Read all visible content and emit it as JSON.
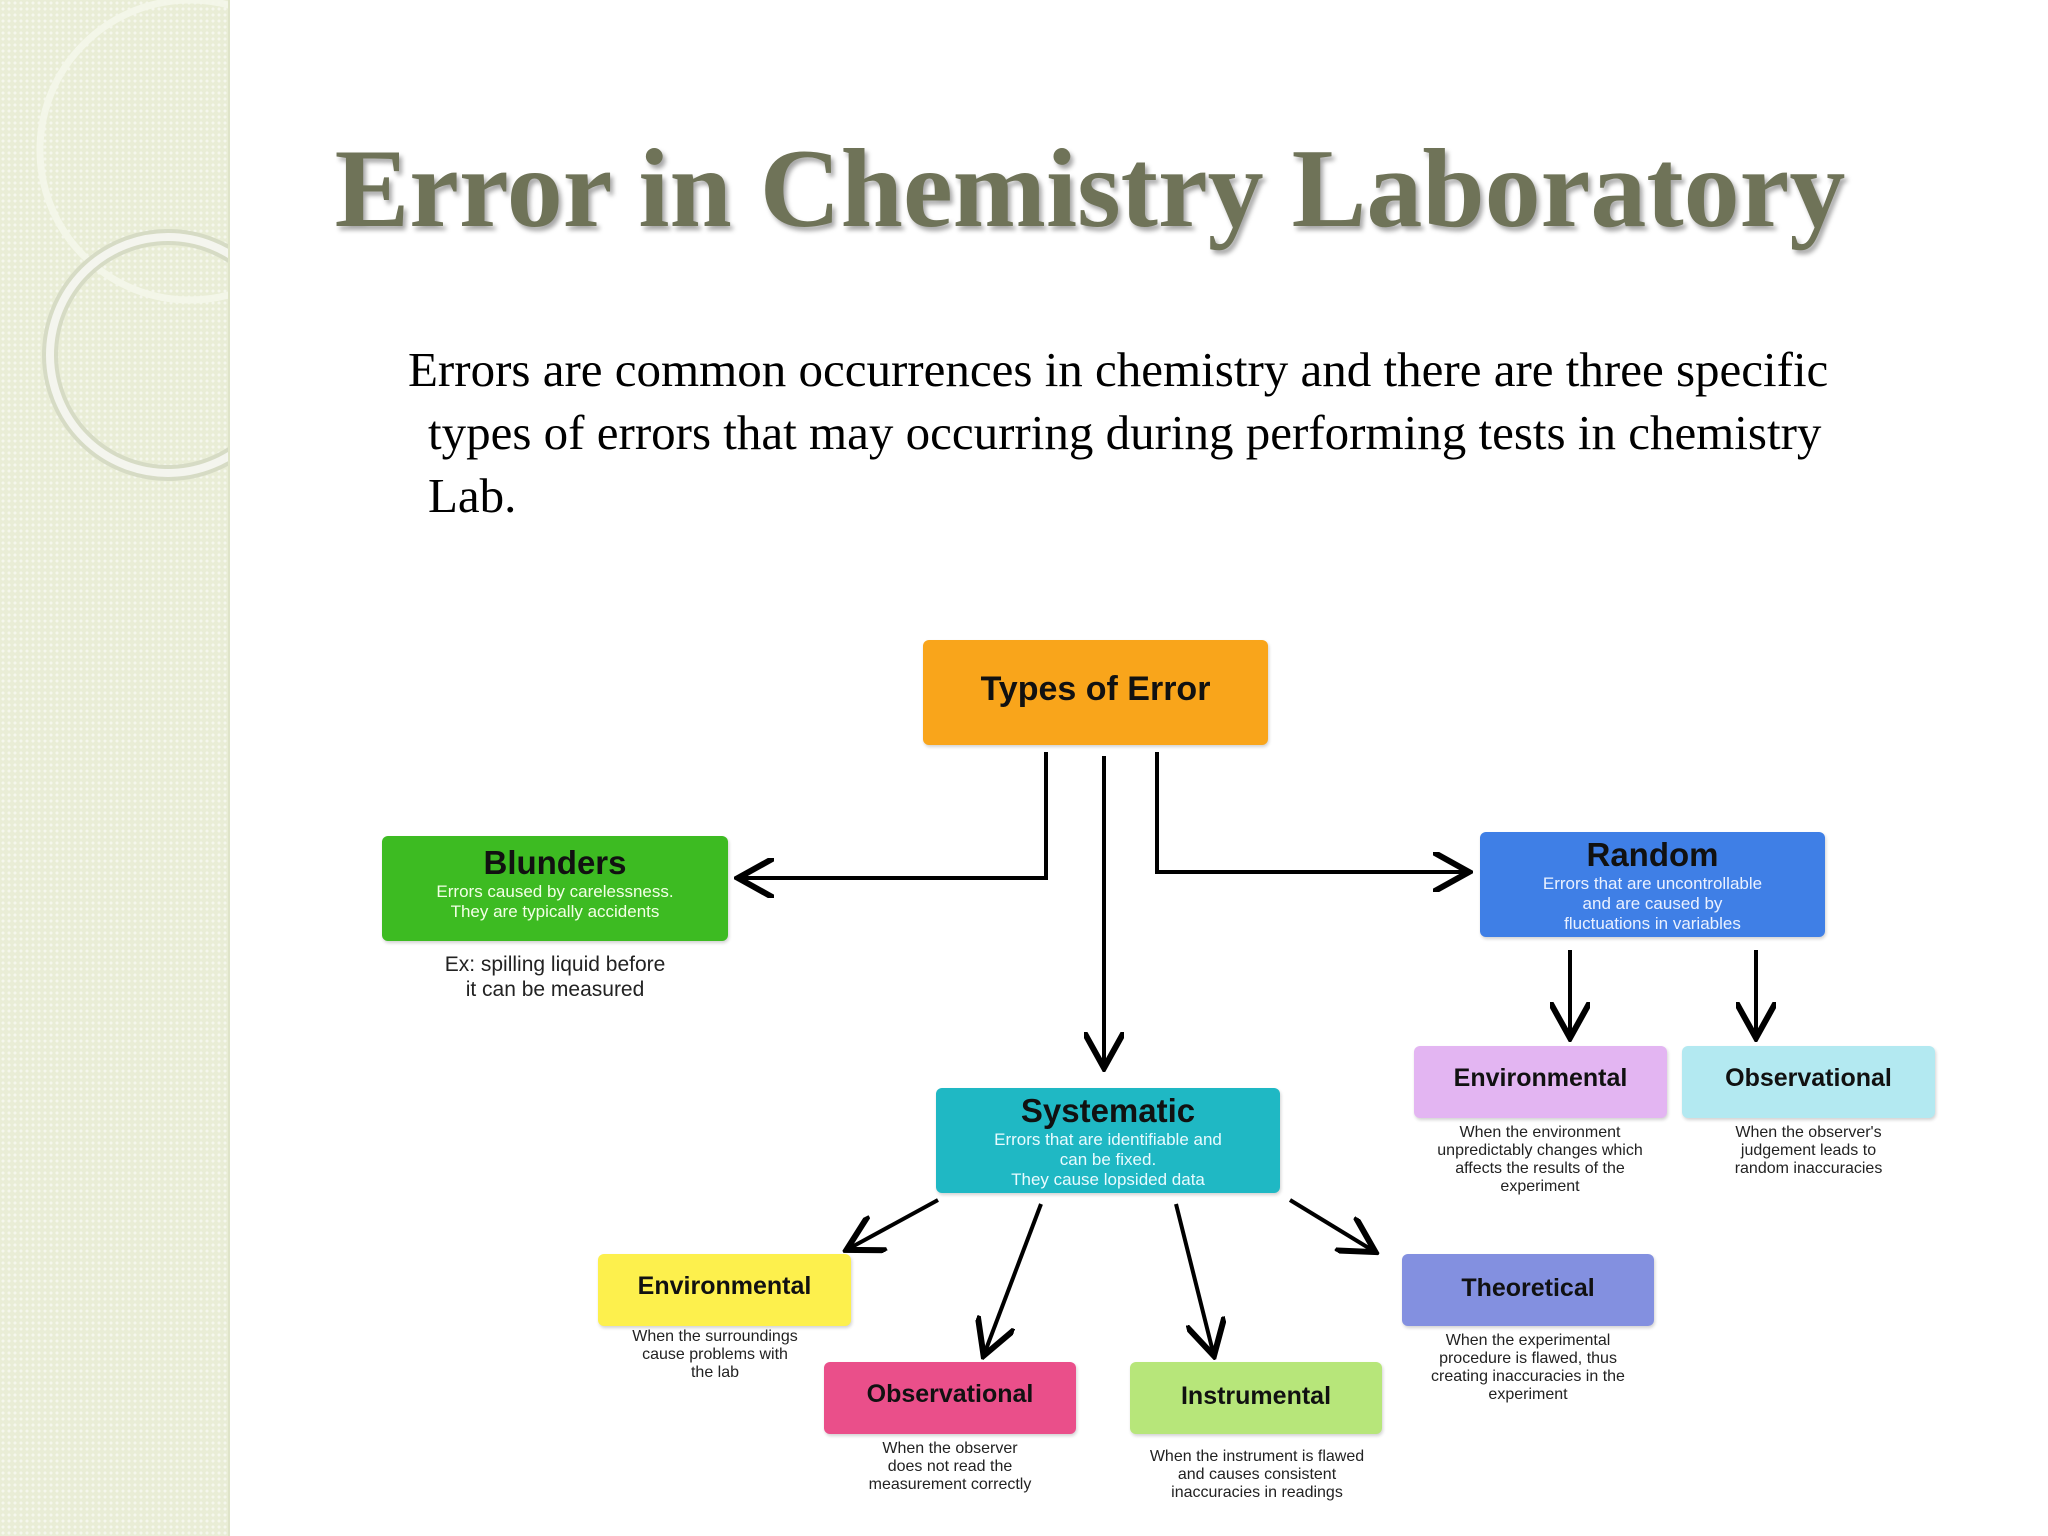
{
  "slide": {
    "title": "Error in Chemistry Laboratory",
    "intro_lines": [
      "Errors are common occurrences in chemistry and there are three specific",
      "types of errors that may occurring during performing tests in chemistry",
      "Lab."
    ]
  },
  "diagram": {
    "root": {
      "label": "Types of Error",
      "color": "#f9a51b"
    },
    "blunders": {
      "label": "Blunders",
      "desc": [
        "Errors caused by carelessness.",
        "They are typically accidents"
      ],
      "example": [
        "Ex: spilling liquid before",
        "it can be measured"
      ],
      "color": "#3dbb22"
    },
    "random": {
      "label": "Random",
      "desc": [
        "Errors that are uncontrollable",
        "and are caused by",
        "fluctuations in variables"
      ],
      "color": "#3f7fe6"
    },
    "systematic": {
      "label": "Systematic",
      "desc": [
        "Errors that are identifiable and",
        "can be fixed.",
        "They cause lopsided data"
      ],
      "color": "#1fb8c4"
    },
    "random_children": [
      {
        "label": "Environmental",
        "caption": [
          "When the environment",
          "unpredictably changes which",
          "affects the results of the",
          "experiment"
        ],
        "color": "#e3b5f2"
      },
      {
        "label": "Observational",
        "caption": [
          "When the observer's",
          "judgement leads to",
          "random inaccuracies"
        ],
        "color": "#b3e9f1"
      }
    ],
    "systematic_children": [
      {
        "label": "Environmental",
        "caption": [
          "When the surroundings",
          "cause problems with",
          "the lab"
        ],
        "color": "#fdf04d"
      },
      {
        "label": "Observational",
        "caption": [
          "When the observer",
          "does not read the",
          "measurement correctly"
        ],
        "color": "#ea4f8a"
      },
      {
        "label": "Instrumental",
        "caption": [
          "When the instrument is flawed",
          "and causes consistent",
          "inaccuracies in readings"
        ],
        "color": "#b7e67a"
      },
      {
        "label": "Theoretical",
        "caption": [
          "When the experimental",
          "procedure is flawed, thus",
          "creating inaccuracies in the",
          "experiment"
        ],
        "color": "#8390e0"
      }
    ]
  }
}
